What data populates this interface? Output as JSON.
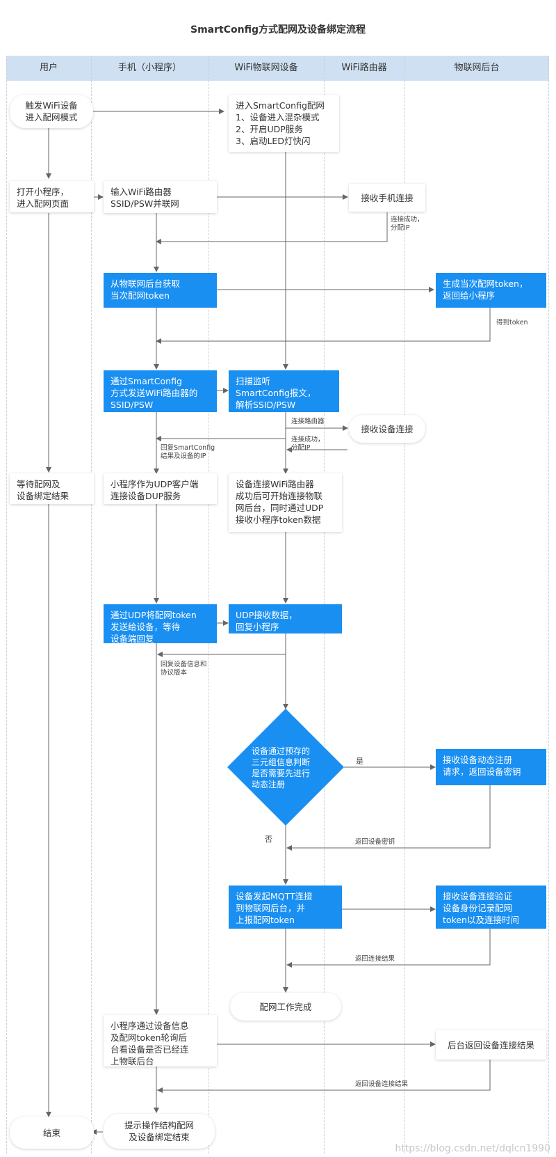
{
  "title": "SmartConfig方式配网及设备绑定流程",
  "lanes": [
    "用户",
    "手机（小程序）",
    "WiFi物联网设备",
    "WiFi路由器",
    "物联网后台"
  ],
  "nodes": {
    "user_trigger": "触发WiFi设备\n进入配网模式",
    "device_enter": "进入SmartConfig配网\n1、设备进入混杂模式\n2、开启UDP服务\n3、启动LED灯快闪",
    "user_open": "打开小程序，\n进入配网页面",
    "phone_input": "输入WiFi路由器\nSSID/PSW并联网",
    "router_recv_phone": "接收手机连接",
    "phone_get_token": "从物联网后台获取\n当次配网token",
    "cloud_gen_token": "生成当次配网token，\n返回给小程序",
    "phone_send_smartconfig": "通过SmartConfig\n方式发送WiFi路由器的\nSSID/PSW",
    "device_scan": "扫描监听\nSmartConfig报文，\n解析SSID/PSW",
    "router_recv_device": "接收设备连接",
    "user_wait": "等待配网及\n设备绑定结果",
    "phone_udp_client": "小程序作为UDP客户端\n连接设备DUP服务",
    "device_connected": "设备连接WiFi路由器\n成功后可开始连接物联\n网后台，同时通过UDP\n接收小程序token数据",
    "phone_send_token": "通过UDP将配网token\n发送给设备，等待\n设备端回复",
    "device_udp_recv": "UDP接收数据，\n回复小程序",
    "decision": "设备通过预存的\n三元组信息判断\n是否需要先进行\n动态注册",
    "cloud_dyn_reg": "接收设备动态注册\n请求，返回设备密钥",
    "device_mqtt": "设备发起MQTT连接\n到物联网后台，并\n上报配网token",
    "cloud_verify": "接收设备连接验证\n设备身份记录配网\ntoken以及连接时间",
    "device_done": "配网工作完成",
    "phone_poll": "小程序通过设备信息\n及配网token轮询后\n台看设备是否已经连\n上物联后台",
    "cloud_return": "后台返回设备连接结果",
    "phone_tip": "提示操作结构配网\n及设备绑定结束",
    "user_end": "结束"
  },
  "edge_labels": {
    "conn_success_ip_1": "连接成功，\n分配IP",
    "got_token": "得到token",
    "connect_router": "连接路由器",
    "conn_success_ip_2": "连接成功，\n分配IP",
    "reply_smartconfig": "回复SmartConfig\n结果及设备的IP",
    "reply_device_info": "回复设备信息和\n协议版本",
    "yes": "是",
    "no": "否",
    "return_key": "返回设备密钥",
    "return_conn_result": "返回连接结果",
    "return_device_conn_result": "返回设备连接结果"
  },
  "watermark": "https://blog.csdn.net/dqlcn1990",
  "colors": {
    "accent_blue": "#1a8ff2",
    "header_bg": "#cfe0f3",
    "line": "#666666"
  }
}
